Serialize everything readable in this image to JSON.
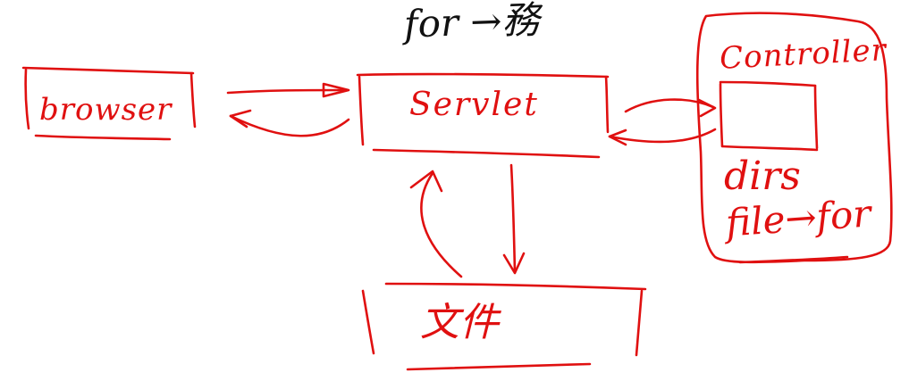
{
  "diagram": {
    "title": "for →務",
    "nodes": {
      "browser": "browser",
      "servlet": "Servlet",
      "file": "文件",
      "controller": "Controller",
      "dirs": "dirs",
      "file_for": "file→for"
    }
  },
  "colors": {
    "ink_red": "#e01010",
    "ink_black": "#111111"
  }
}
